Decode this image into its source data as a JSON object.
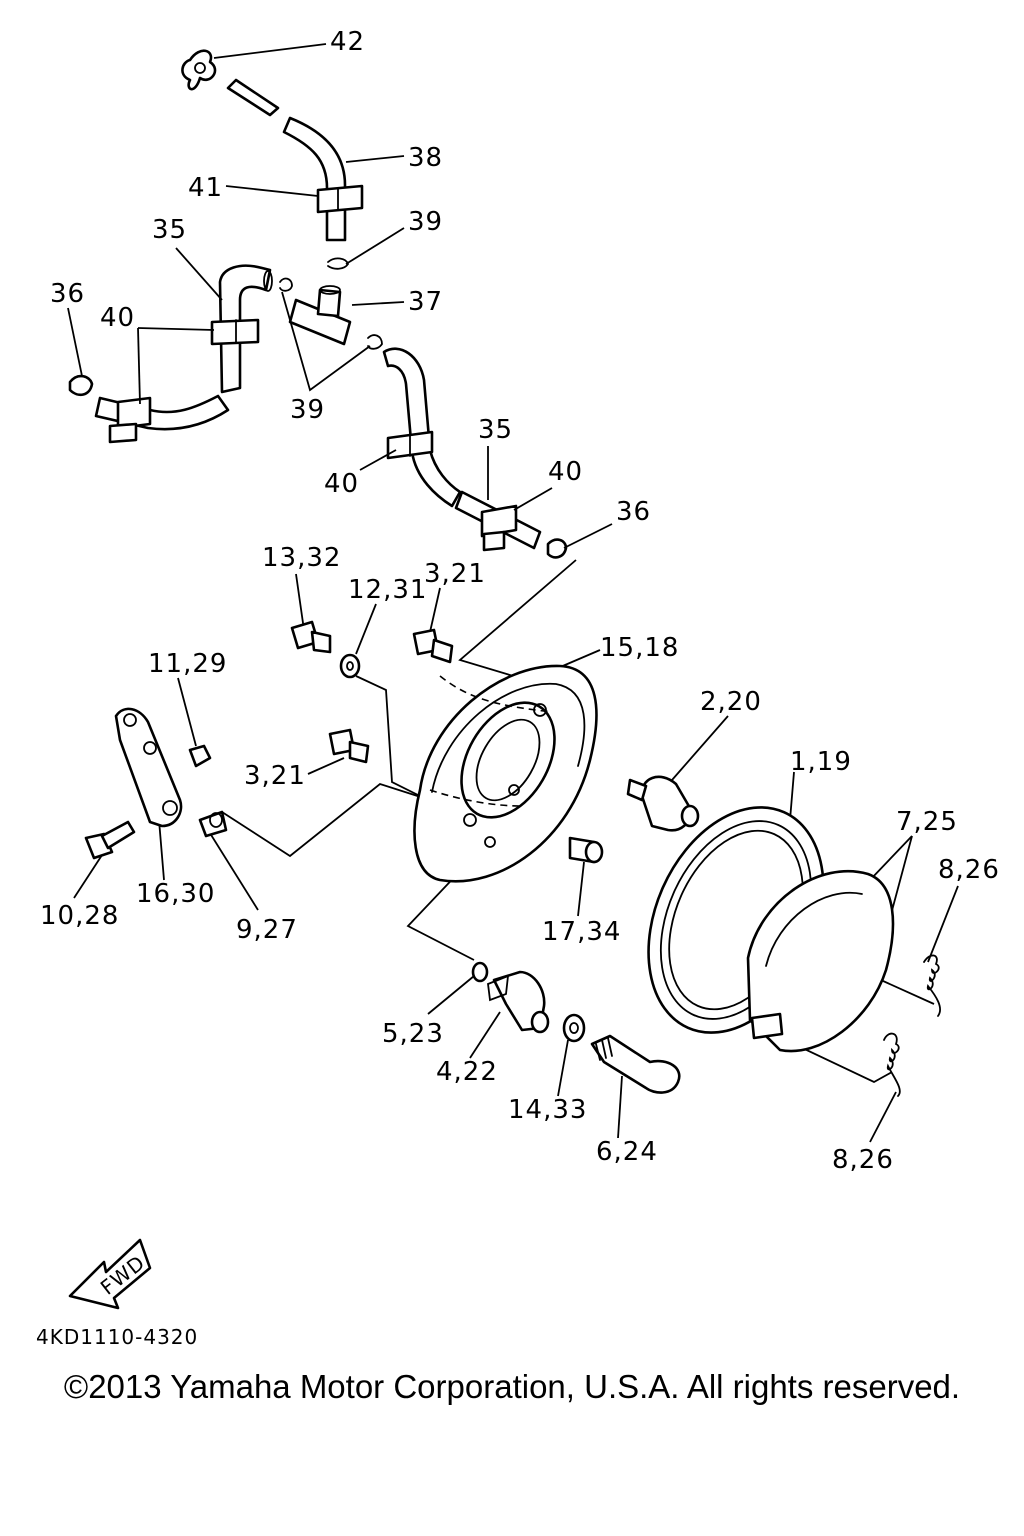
{
  "callouts": [
    {
      "id": "c42",
      "text": "42"
    },
    {
      "id": "c38",
      "text": "38"
    },
    {
      "id": "c41",
      "text": "41"
    },
    {
      "id": "c39a",
      "text": "39"
    },
    {
      "id": "c35a",
      "text": "35"
    },
    {
      "id": "c37",
      "text": "37"
    },
    {
      "id": "c36a",
      "text": "36"
    },
    {
      "id": "c40a",
      "text": "40"
    },
    {
      "id": "c39b",
      "text": "39"
    },
    {
      "id": "c35b",
      "text": "35"
    },
    {
      "id": "c40b",
      "text": "40"
    },
    {
      "id": "c40c",
      "text": "40"
    },
    {
      "id": "c36b",
      "text": "36"
    },
    {
      "id": "c13",
      "text": "13,32"
    },
    {
      "id": "c12",
      "text": "12,31"
    },
    {
      "id": "c3a",
      "text": "3,21"
    },
    {
      "id": "c15",
      "text": "15,18"
    },
    {
      "id": "c11",
      "text": "11,29"
    },
    {
      "id": "c2",
      "text": "2,20"
    },
    {
      "id": "c3b",
      "text": "3,21"
    },
    {
      "id": "c1",
      "text": "1,19"
    },
    {
      "id": "c7",
      "text": "7,25"
    },
    {
      "id": "c8a",
      "text": "8,26"
    },
    {
      "id": "c16",
      "text": "16,30"
    },
    {
      "id": "c10",
      "text": "10,28"
    },
    {
      "id": "c9",
      "text": "9,27"
    },
    {
      "id": "c17",
      "text": "17,34"
    },
    {
      "id": "c5",
      "text": "5,23"
    },
    {
      "id": "c4",
      "text": "4,22"
    },
    {
      "id": "c14",
      "text": "14,33"
    },
    {
      "id": "c6",
      "text": "6,24"
    },
    {
      "id": "c8b",
      "text": "8,26"
    }
  ],
  "direction_label": "FWD",
  "diagram_code": "4KD1110-4320",
  "copyright": "©2013 Yamaha Motor Corporation, U.S.A. All rights reserved."
}
